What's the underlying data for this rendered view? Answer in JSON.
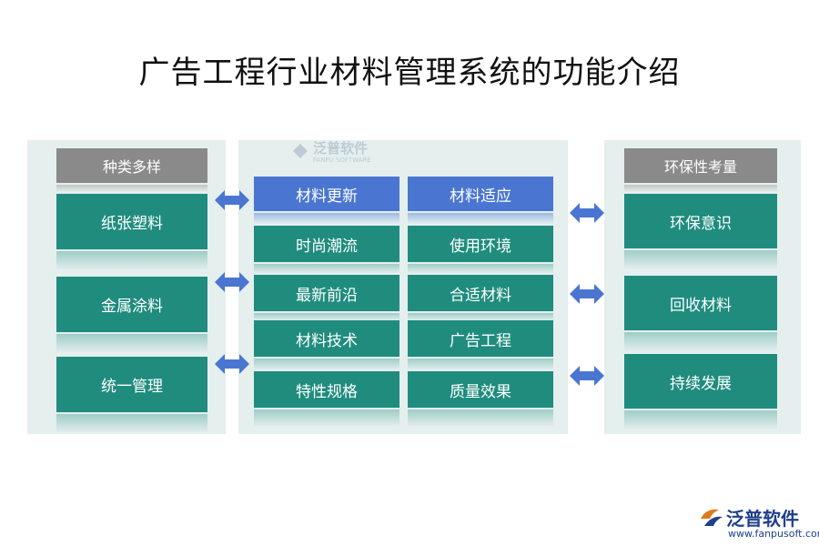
{
  "title": "广告工程行业材料管理系统的功能介绍",
  "left": {
    "header": "种类多样",
    "items": [
      "纸张塑料",
      "金属涂料",
      "统一管理"
    ]
  },
  "middle": {
    "rows": [
      [
        "材料更新",
        "材料适应"
      ],
      [
        "时尚潮流",
        "使用环境"
      ],
      [
        "最新前沿",
        "合适材料"
      ],
      [
        "材料技术",
        "广告工程"
      ],
      [
        "特性规格",
        "质量效果"
      ]
    ]
  },
  "right": {
    "header": "环保性考量",
    "items": [
      "环保意识",
      "回收材料",
      "持续发展"
    ]
  },
  "watermark": {
    "name": "泛普软件",
    "sub": "FANPU SOFTWARE"
  },
  "logo": {
    "name": "泛普软件",
    "url": "www.fanpusoft.com"
  },
  "colors": {
    "teal": "#1f8c7e",
    "blue": "#4a76d1",
    "header_gray": "#8a8a8a",
    "arrow": "#4a76d1",
    "panel": "#e4efee"
  }
}
